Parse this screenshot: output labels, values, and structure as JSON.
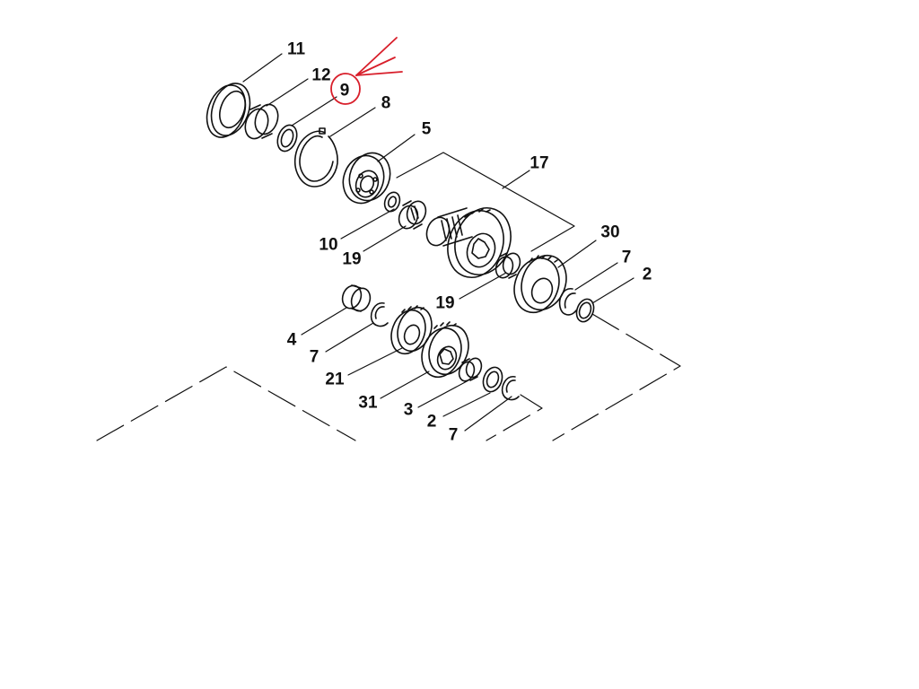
{
  "diagram": {
    "type": "exploded-parts-view",
    "callouts": [
      {
        "id": "c11",
        "label": "11"
      },
      {
        "id": "c12",
        "label": "12"
      },
      {
        "id": "c9",
        "label": "9"
      },
      {
        "id": "c8",
        "label": "8"
      },
      {
        "id": "c5",
        "label": "5"
      },
      {
        "id": "c17",
        "label": "17"
      },
      {
        "id": "c10",
        "label": "10"
      },
      {
        "id": "c19a",
        "label": "19"
      },
      {
        "id": "c30",
        "label": "30"
      },
      {
        "id": "c7a",
        "label": "7"
      },
      {
        "id": "c2a",
        "label": "2"
      },
      {
        "id": "c19b",
        "label": "19"
      },
      {
        "id": "c4",
        "label": "4"
      },
      {
        "id": "c7b",
        "label": "7"
      },
      {
        "id": "c21",
        "label": "21"
      },
      {
        "id": "c31",
        "label": "31"
      },
      {
        "id": "c3",
        "label": "3"
      },
      {
        "id": "c2b",
        "label": "2"
      },
      {
        "id": "c7c",
        "label": "7"
      }
    ],
    "highlighted_callout": "9",
    "highlight_color": "#d81e2a",
    "line_color": "#111111"
  }
}
